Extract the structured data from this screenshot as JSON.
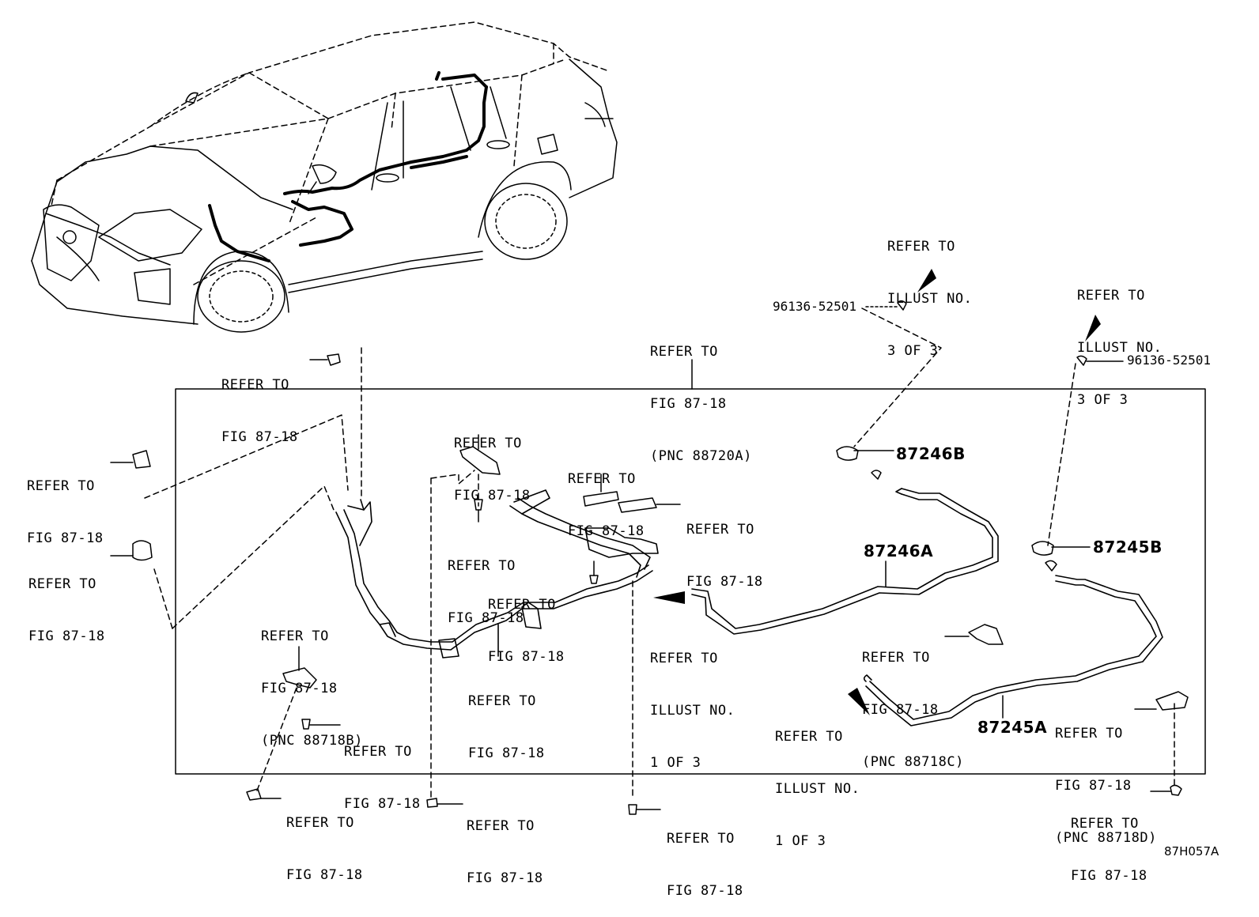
{
  "refs": {
    "car_fig_left": [
      "REFER TO",
      "FIG 87-18"
    ],
    "top_center_pnc": [
      "REFER TO",
      "FIG 87-18",
      "(PNC 88720A)"
    ],
    "illust_top_mid": [
      "REFER TO",
      "ILLUST NO.",
      "3 OF 3"
    ],
    "illust_top_right": [
      "REFER TO",
      "ILLUST NO.",
      "3 OF 3"
    ],
    "left_clip1": [
      "REFER TO",
      "FIG 87-18"
    ],
    "left_clip2": [
      "REFER TO",
      "FIG 87-18"
    ],
    "bracket_top": [
      "REFER TO",
      "FIG 87-18"
    ],
    "bolt_mid": [
      "REFER TO",
      "FIG 87-18"
    ],
    "clamp_top1": [
      "REFER TO",
      "FIG 87-18"
    ],
    "clamp_top2": [
      "REFER TO",
      "FIG 87-18"
    ],
    "bolt_center": [
      "REFER TO",
      "FIG 87-18"
    ],
    "bracket_88718b": [
      "REFER TO",
      "FIG 87-18",
      "(PNC 88718B)"
    ],
    "bolt_88718b": [
      "REFER TO",
      "FIG 87-18"
    ],
    "clip_hose_mid": [
      "REFER TO",
      "FIG 87-18"
    ],
    "illust_mid": [
      "REFER TO",
      "ILLUST NO.",
      "1 OF 3"
    ],
    "bracket_88718c": [
      "REFER TO",
      "FIG 87-18",
      "(PNC 88718C)"
    ],
    "illust_bottom": [
      "REFER TO",
      "ILLUST NO.",
      "1 OF 3"
    ],
    "bracket_88718d": [
      "REFER TO",
      "FIG 87-18",
      "(PNC 88718D)"
    ],
    "bottom_1": [
      "REFER TO",
      "FIG 87-18"
    ],
    "bottom_2": [
      "REFER TO",
      "FIG 87-18"
    ],
    "bottom_3": [
      "REFER TO",
      "FIG 87-18"
    ],
    "bottom_4": [
      "REFER TO",
      "FIG 87-18"
    ]
  },
  "parts": {
    "plug_top_mid": "96136-52501",
    "plug_top_right": "96136-52501",
    "p87246b": "87246B",
    "p87246a": "87246A",
    "p87245b": "87245B",
    "p87245a": "87245A"
  },
  "figure_code": "87H057A"
}
